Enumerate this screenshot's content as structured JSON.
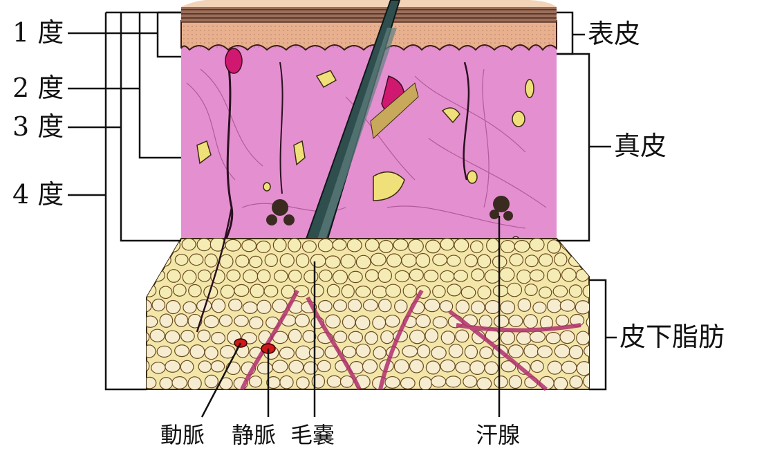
{
  "degree_labels": {
    "d1": "1 度",
    "d2": "2 度",
    "d3": "3 度",
    "d4": "4 度"
  },
  "layer_labels": {
    "epidermis": "表皮",
    "dermis": "真皮",
    "subcutaneous_fat": "皮下脂肪"
  },
  "structure_labels": {
    "artery": "動脈",
    "vein": "静脈",
    "hair_follicle": "毛嚢",
    "sweat_gland": "汗腺"
  },
  "colors": {
    "epidermis": "#e8b08e",
    "stratum_corneum": "#9b6f5a",
    "dermis": "#e48fd0",
    "fat": "#f2e6a8",
    "fat_cells": "#f6ecd0",
    "hair": "#2f4f4f",
    "vessel_red": "#d01818",
    "line": "#111111"
  }
}
